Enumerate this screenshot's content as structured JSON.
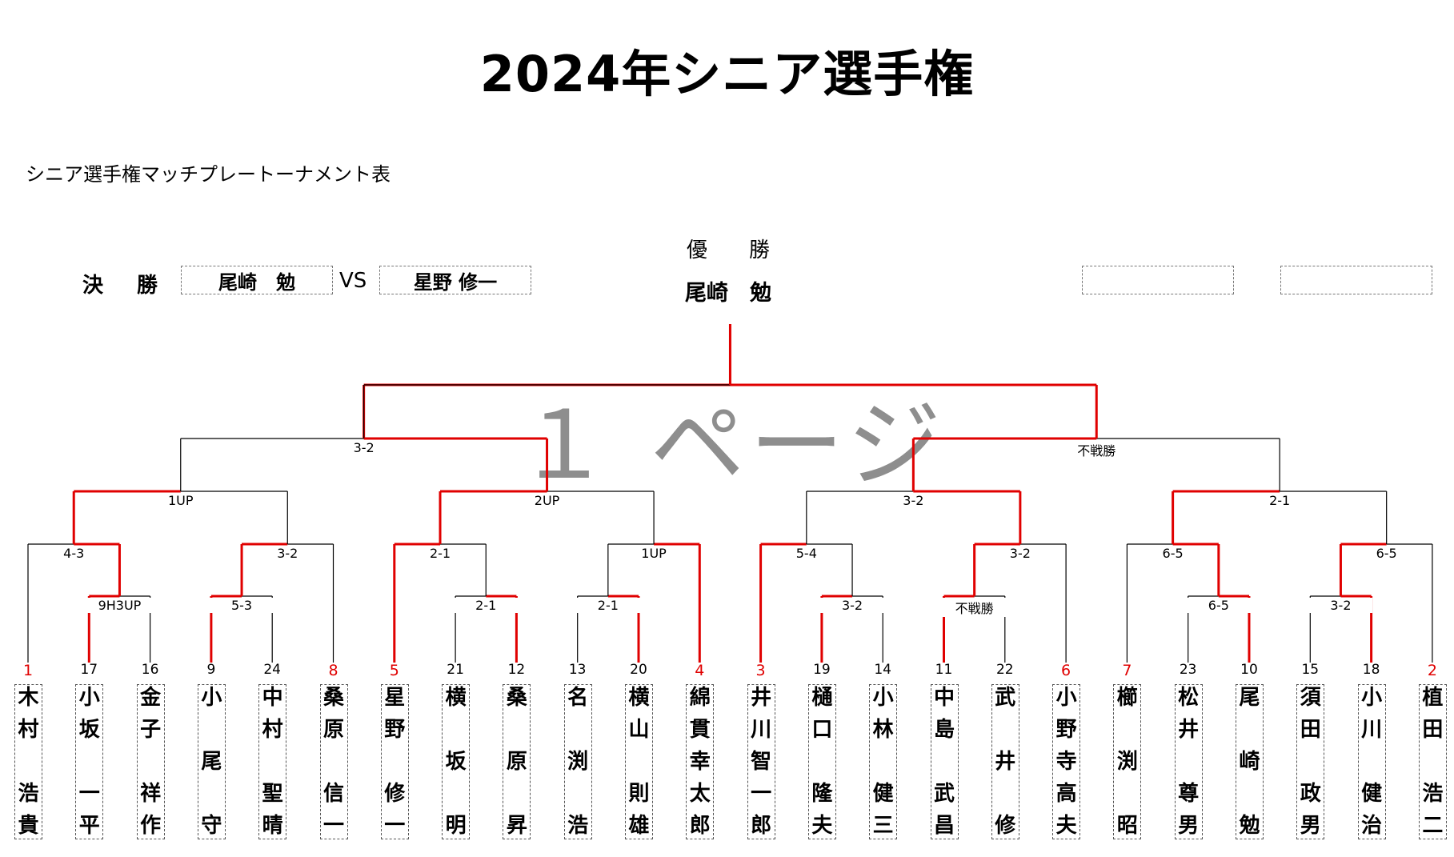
{
  "title": "2024年シニア選手権",
  "subtitle": "シニア選手権マッチプレートーナメント表",
  "final": {
    "label": "決　勝",
    "player_a": "尾崎　勉",
    "vs": "VS",
    "player_b": "星野 修一"
  },
  "champion": {
    "label": "優　　勝",
    "name": "尾崎　勉"
  },
  "watermark": "１ ページ",
  "colors": {
    "winner_line": "#e00000",
    "line": "#000000"
  },
  "players": [
    {
      "seed": "1",
      "name": [
        "木",
        "村",
        "",
        "浩",
        "貴"
      ],
      "highlight": true
    },
    {
      "seed": "17",
      "name": [
        "小",
        "坂",
        "",
        "一",
        "平"
      ],
      "highlight": false
    },
    {
      "seed": "16",
      "name": [
        "金",
        "子",
        "",
        "祥",
        "作"
      ],
      "highlight": false
    },
    {
      "seed": "9",
      "name": [
        "小",
        "",
        "尾",
        "",
        "守"
      ],
      "highlight": false
    },
    {
      "seed": "24",
      "name": [
        "中",
        "村",
        "",
        "聖",
        "晴"
      ],
      "highlight": false
    },
    {
      "seed": "8",
      "name": [
        "桑",
        "原",
        "",
        "信",
        "一"
      ],
      "highlight": true
    },
    {
      "seed": "5",
      "name": [
        "星",
        "野",
        "",
        "修",
        "一"
      ],
      "highlight": true
    },
    {
      "seed": "21",
      "name": [
        "横",
        "",
        "坂",
        "",
        "明"
      ],
      "highlight": false
    },
    {
      "seed": "12",
      "name": [
        "桑",
        "",
        "原",
        "",
        "昇"
      ],
      "highlight": false
    },
    {
      "seed": "13",
      "name": [
        "名",
        "",
        "渕",
        "",
        "浩"
      ],
      "highlight": false
    },
    {
      "seed": "20",
      "name": [
        "横",
        "山",
        "",
        "則",
        "雄"
      ],
      "highlight": false
    },
    {
      "seed": "4",
      "name": [
        "綿",
        "貫",
        "幸",
        "太",
        "郎"
      ],
      "highlight": true
    },
    {
      "seed": "3",
      "name": [
        "井",
        "川",
        "智",
        "一",
        "郎"
      ],
      "highlight": true
    },
    {
      "seed": "19",
      "name": [
        "樋",
        "口",
        "",
        "隆",
        "夫"
      ],
      "highlight": false
    },
    {
      "seed": "14",
      "name": [
        "小",
        "林",
        "",
        "健",
        "三"
      ],
      "highlight": false
    },
    {
      "seed": "11",
      "name": [
        "中",
        "島",
        "",
        "武",
        "昌"
      ],
      "highlight": false
    },
    {
      "seed": "22",
      "name": [
        "武",
        "",
        "井",
        "",
        "修"
      ],
      "highlight": false
    },
    {
      "seed": "6",
      "name": [
        "小",
        "野",
        "寺",
        "高",
        "夫"
      ],
      "highlight": true
    },
    {
      "seed": "7",
      "name": [
        "櫛",
        "",
        "渕",
        "",
        "昭"
      ],
      "highlight": true
    },
    {
      "seed": "23",
      "name": [
        "松",
        "井",
        "",
        "尊",
        "男"
      ],
      "highlight": false
    },
    {
      "seed": "10",
      "name": [
        "尾",
        "",
        "崎",
        "",
        "勉"
      ],
      "highlight": false
    },
    {
      "seed": "15",
      "name": [
        "須",
        "田",
        "",
        "政",
        "男"
      ],
      "highlight": false
    },
    {
      "seed": "18",
      "name": [
        "小",
        "川",
        "",
        "健",
        "治"
      ],
      "highlight": false
    },
    {
      "seed": "2",
      "name": [
        "植",
        "田",
        "",
        "浩",
        "二"
      ],
      "highlight": true
    }
  ],
  "scores": {
    "r1": [
      "9H3UP",
      "5-3",
      "2-1",
      "2-1",
      "3-2",
      "不戦勝",
      "6-5",
      "3-2"
    ],
    "r2": [
      "4-3",
      "3-2",
      "2-1",
      "1UP",
      "5-4",
      "3-2",
      "6-5",
      "6-5"
    ],
    "r3": [
      "1UP",
      "2UP",
      "3-2",
      "2-1"
    ],
    "r4": [
      "3-2",
      "不戦勝"
    ]
  }
}
